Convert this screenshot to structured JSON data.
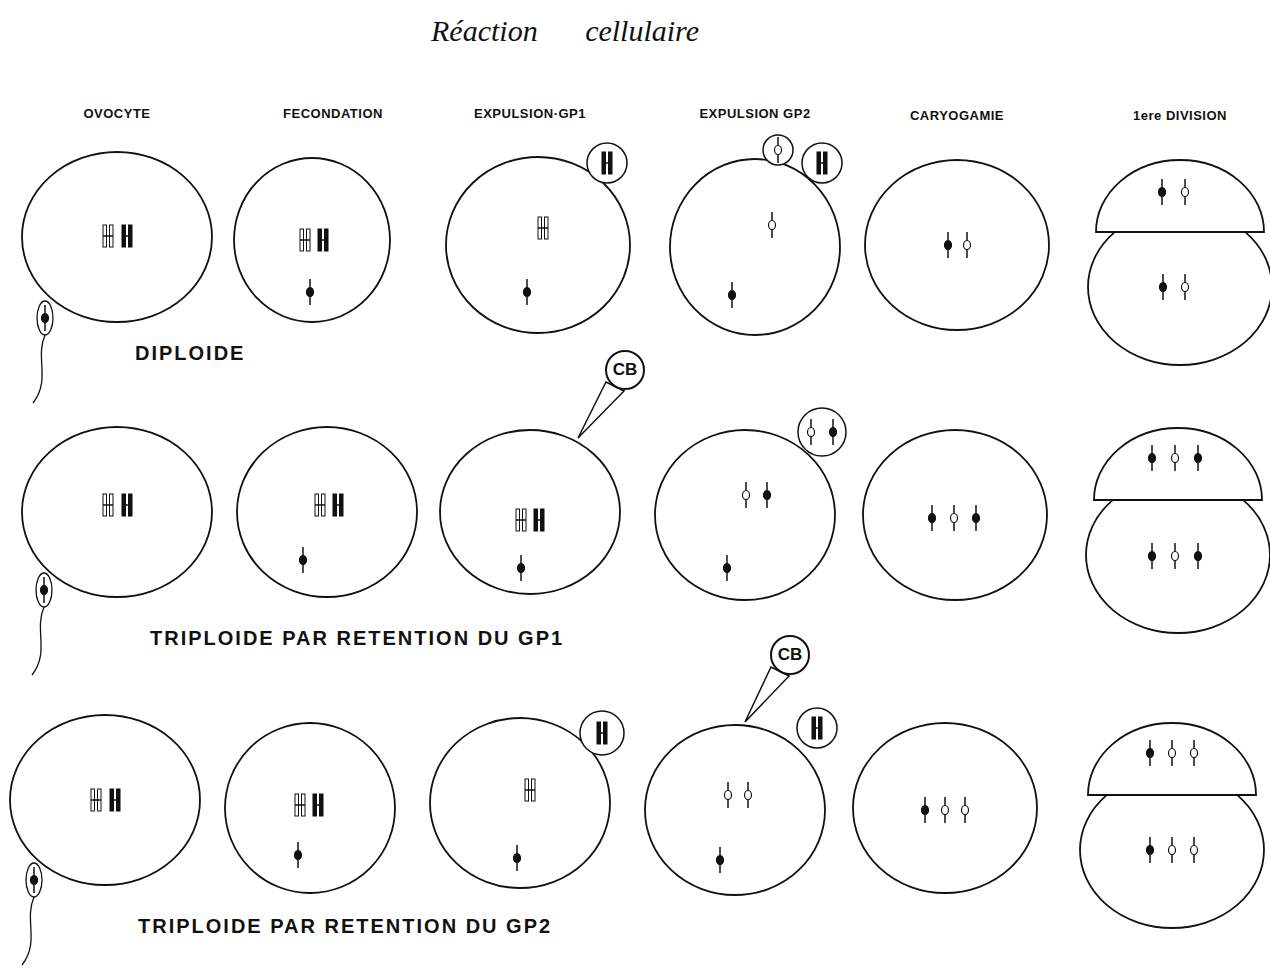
{
  "diagram": {
    "title": "Réaction cellulaire",
    "nodes": [
      {
        "text": [
          "CB"
        ]
      },
      {
        "text": [
          "CB"
        ]
      }
    ],
    "labels": [
      "OVOCYTE",
      "FECONDATION",
      "EXPULSION·GP1",
      "EXPULSION GP2",
      "CARYOGAMIE",
      "1ere DIVISION",
      "DIPLOIDE",
      "TRIPLOIDE PAR RETENTION DU GP1",
      "TRIPLOIDE PAR RETENTION DU GP2"
    ]
  }
}
